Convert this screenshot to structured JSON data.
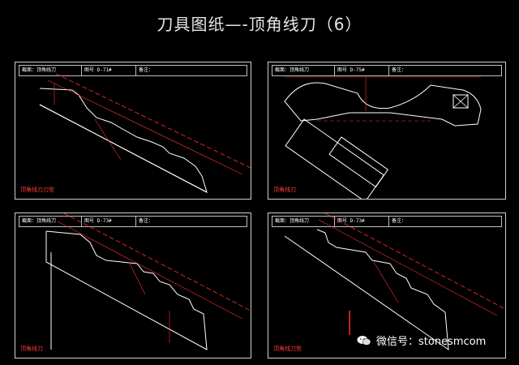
{
  "title": "刀具图纸—-顶角线刀（6）",
  "panels": [
    {
      "tb": [
        "截面：顶角线刀",
        "图号 D-71#",
        "备注："
      ],
      "label": "顶角线刀刀型"
    },
    {
      "tb": [
        "截面：顶角线刀",
        "图号 D-75#",
        "备注："
      ],
      "label": "顶角线刀"
    },
    {
      "tb": [
        "截面：顶角线刀",
        "图号 D-73#",
        "备注："
      ],
      "label": "顶角线刀"
    },
    {
      "tb": [
        "截面：顶角线刀",
        "图号 D-73#",
        "备注："
      ],
      "label": "顶角线刀型"
    }
  ],
  "watermark": "微信号：stonesmcom",
  "colors": {
    "background": "#000000",
    "line": "#ffffff",
    "dimension": "#ff3030"
  }
}
